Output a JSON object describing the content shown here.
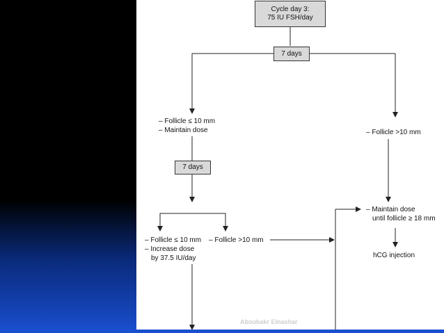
{
  "flowchart": {
    "start": {
      "line1": "Cycle day 3:",
      "line2": "75 IU FSH/day"
    },
    "wait_top": "7 days",
    "left_branch": {
      "line1": "– Follicle ≤ 10 mm",
      "line2": "– Maintain dose"
    },
    "right_branch": "– Follicle >10 mm",
    "wait_mid": "7 days",
    "low_response": {
      "line1": "– Follicle ≤ 10 mm",
      "line2": "– Increase dose",
      "line3": "by 37.5 IU/day"
    },
    "follicle_over": "– Follicle >10 mm",
    "maintain": {
      "line1": "– Maintain dose",
      "line2": "until follicle ≥ 18 mm"
    },
    "trigger": "hCG injection"
  },
  "watermark": "Aboubakr Elnashar",
  "colors": {
    "panel_top": "#000000",
    "panel_bottom": "#1a4fd0",
    "box_fill": "#d9d9d9",
    "line": "#222222"
  }
}
